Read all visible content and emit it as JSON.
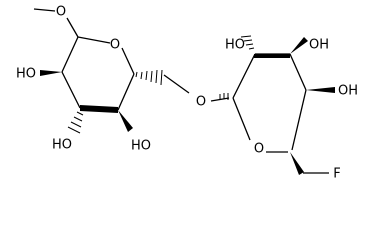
{
  "structure": {
    "labels": {
      "ring1_oxygen": "O",
      "ring1_oh_left": "HO",
      "ring1_oh_bottom_left": "HO",
      "ring1_oh_bottom_right": "HO",
      "glycosidic_oxygen": "O",
      "ring2_oxygen": "O",
      "ring2_oh_top_left": "HO",
      "ring2_oh_top_right": "OH",
      "ring2_oh_right": "OH",
      "fluorine": "F"
    }
  }
}
